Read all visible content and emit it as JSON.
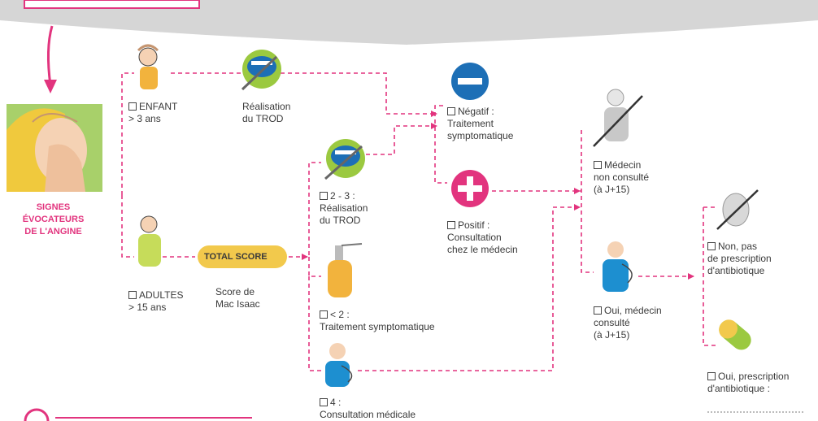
{
  "colors": {
    "accent": "#e2347e",
    "yellow": "#f2c94c",
    "blue": "#1d6fb6",
    "green": "#9bc940",
    "dash": "#e2347e"
  },
  "start": {
    "label": "SIGNES\nÉVOCATEURS\nDE L'ANGINE"
  },
  "enfant": {
    "label": "ENFANT\n> 3 ans",
    "trod": "Réalisation\ndu TROD"
  },
  "adultes": {
    "label": "ADULTES\n> 15 ans",
    "score_badge": "TOTAL SCORE",
    "score": "Score de\nMac Isaac"
  },
  "branches": {
    "b23": "2 - 3 :\nRéalisation\ndu TROD",
    "lt2": "< 2 :\nTraitement symptomatique",
    "four": "4 :\nConsultation médicale"
  },
  "results": {
    "negatif": "Négatif :\nTraitement\nsymptomatique",
    "positif": "Positif :\nConsultation\nchez le médecin"
  },
  "medecin": {
    "non": "Médecin\nnon consulté\n(à J+15)",
    "oui": "Oui, médecin\nconsulté\n(à J+15)"
  },
  "prescription": {
    "non": "Non, pas\nde prescription\nd'antibiotique",
    "oui": "Oui, prescription\nd'antibiotique :"
  }
}
